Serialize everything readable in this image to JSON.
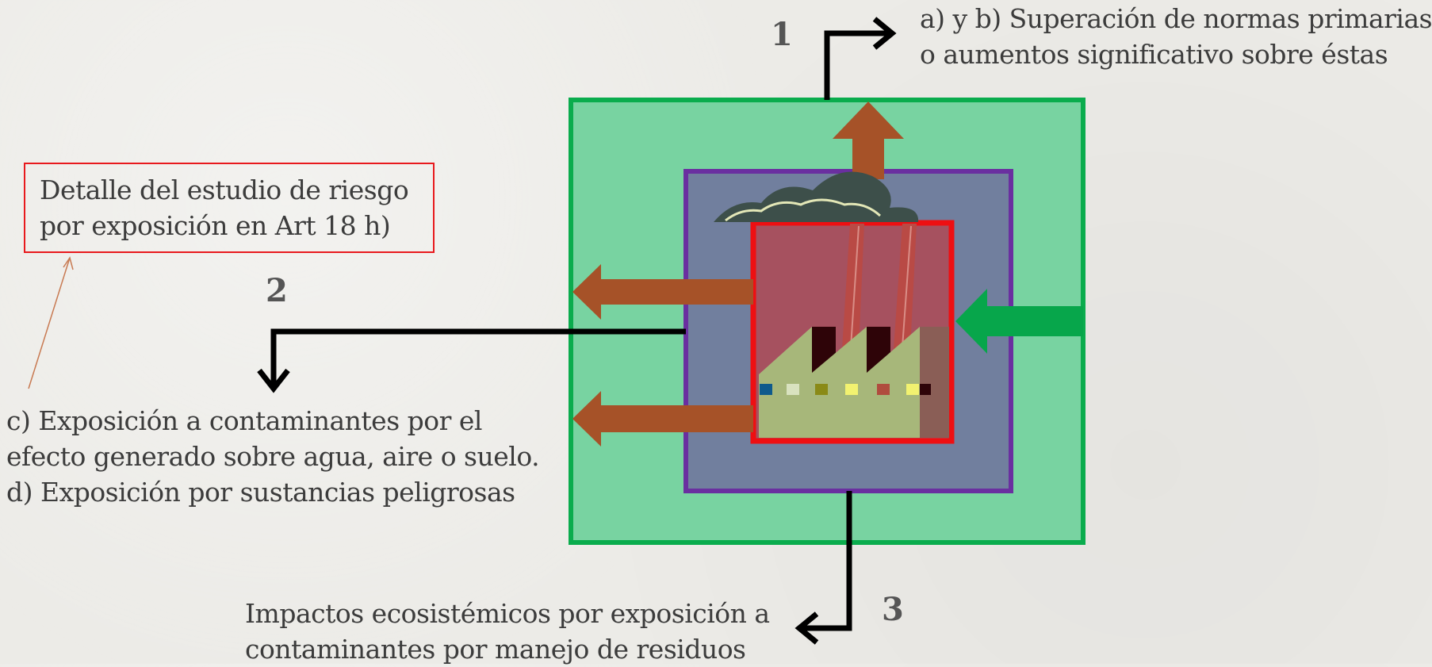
{
  "labels": {
    "note_box": [
      "Detalle del estudio de riesgo",
      "por exposición en Art 18 h)"
    ],
    "label_1": [
      "a) y b) Superación de normas primarias",
      "o aumentos significativo sobre éstas"
    ],
    "label_2": [
      "c) Exposición a contaminantes por el",
      "efecto generado sobre agua, aire o suelo.",
      "d) Exposición por sustancias peligrosas"
    ],
    "label_3": [
      "Impactos ecosistémicos por exposición a",
      "contaminantes por manejo de residuos"
    ]
  },
  "numbers": {
    "n1": "1",
    "n2": "2",
    "n3": "3"
  },
  "colors": {
    "outer_fill": "#78d3a1",
    "outer_border": "#0aac4d",
    "middle_fill": "#717f9e",
    "middle_border": "#6a2fa0",
    "inner_fill": "#a6515f",
    "inner_border": "#ee0f12",
    "brown_arrow": "#a65228",
    "green_arrow": "#07a64b",
    "factory": "#a7b77a",
    "cloud": "#3d4f4a"
  }
}
